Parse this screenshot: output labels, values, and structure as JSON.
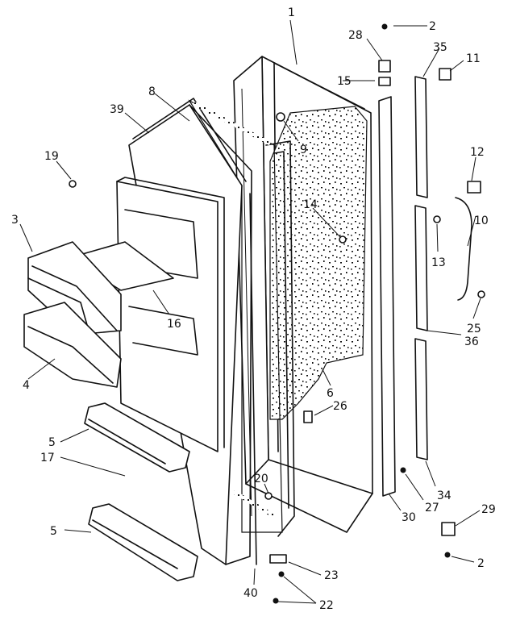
{
  "diagram": {
    "colors": {
      "ink": "#111111",
      "background": "#ffffff"
    },
    "callouts": [
      {
        "id": "c1",
        "label": "1"
      },
      {
        "id": "c2a",
        "label": "2"
      },
      {
        "id": "c2b",
        "label": "2"
      },
      {
        "id": "c3",
        "label": "3"
      },
      {
        "id": "c4",
        "label": "4"
      },
      {
        "id": "c5a",
        "label": "5"
      },
      {
        "id": "c5b",
        "label": "5"
      },
      {
        "id": "c6",
        "label": "6"
      },
      {
        "id": "c8",
        "label": "8"
      },
      {
        "id": "c9",
        "label": "9"
      },
      {
        "id": "c10",
        "label": "10"
      },
      {
        "id": "c11",
        "label": "11"
      },
      {
        "id": "c12",
        "label": "12"
      },
      {
        "id": "c13",
        "label": "13"
      },
      {
        "id": "c14",
        "label": "14"
      },
      {
        "id": "c15",
        "label": "15"
      },
      {
        "id": "c16",
        "label": "16"
      },
      {
        "id": "c17",
        "label": "17"
      },
      {
        "id": "c19",
        "label": "19"
      },
      {
        "id": "c20",
        "label": "20"
      },
      {
        "id": "c22",
        "label": "22"
      },
      {
        "id": "c23",
        "label": "23"
      },
      {
        "id": "c25",
        "label": "25"
      },
      {
        "id": "c26",
        "label": "26"
      },
      {
        "id": "c27",
        "label": "27"
      },
      {
        "id": "c28",
        "label": "28"
      },
      {
        "id": "c29",
        "label": "29"
      },
      {
        "id": "c30",
        "label": "30"
      },
      {
        "id": "c34",
        "label": "34"
      },
      {
        "id": "c35",
        "label": "35"
      },
      {
        "id": "c36",
        "label": "36"
      },
      {
        "id": "c39",
        "label": "39"
      },
      {
        "id": "c40",
        "label": "40"
      }
    ]
  }
}
